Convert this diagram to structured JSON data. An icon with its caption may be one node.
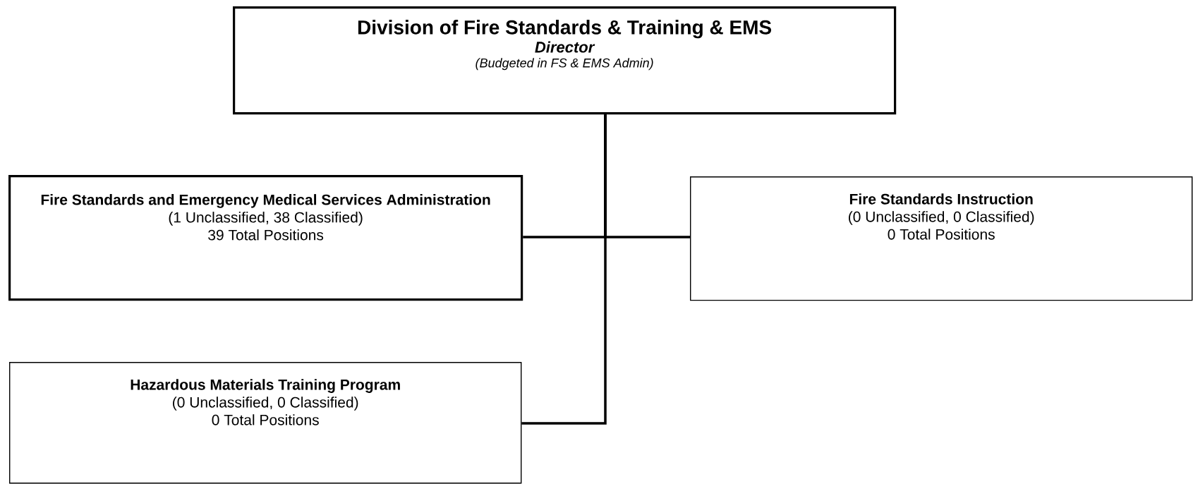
{
  "diagram": {
    "nodes": [
      {
        "text": [
          "Division of Fire Standards & Training & EMS",
          "Director",
          "(Budgeted in FS & EMS Admin)"
        ]
      },
      {
        "text": [
          "Fire Standards and Emergency Medical Services Administration",
          "(1 Unclassified, 38 Classified)",
          "39 Total Positions"
        ]
      },
      {
        "text": [
          "Fire Standards Instruction",
          "(0 Unclassified, 0 Classified)",
          "0 Total Positions"
        ]
      },
      {
        "text": [
          "Hazardous Materials Training Program",
          "(0 Unclassified, 0 Classified)",
          "0 Total Positions"
        ]
      }
    ],
    "edges": [
      {
        "from": 0,
        "to": 1,
        "arrow": "none"
      },
      {
        "from": 0,
        "to": 2,
        "arrow": "none"
      },
      {
        "from": 0,
        "to": 3,
        "arrow": "none"
      }
    ]
  }
}
